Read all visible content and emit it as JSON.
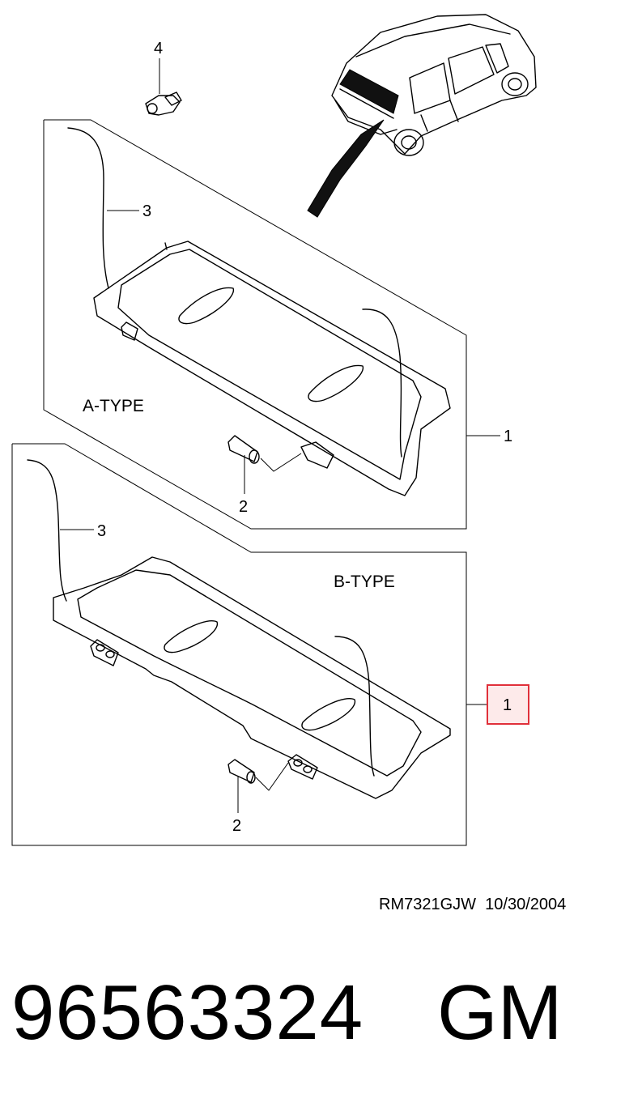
{
  "callouts": {
    "a_part_1": "1",
    "a_part_2": "2",
    "a_part_3": "3",
    "a_part_4": "4",
    "b_part_1": "1",
    "b_part_2": "2",
    "b_part_3": "3"
  },
  "types": {
    "a": "A-TYPE",
    "b": "B-TYPE"
  },
  "footer": {
    "ref_code": "RM7321GJW  10/30/2004",
    "part_number": "96563324",
    "brand": "GM"
  },
  "colors": {
    "highlight": "#e0303a",
    "highlight_fill": "#fdeaea"
  }
}
